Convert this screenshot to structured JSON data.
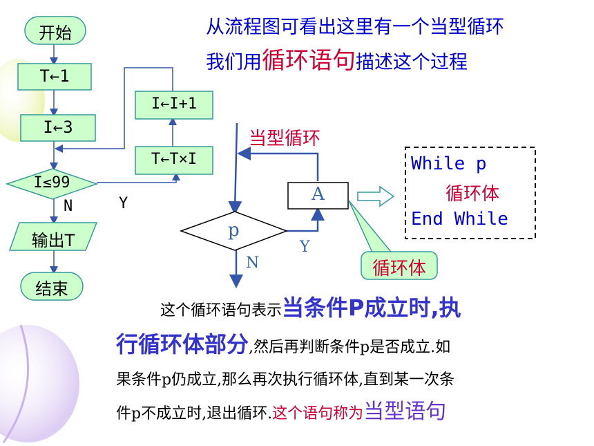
{
  "heading": {
    "line1": "从流程图可看出这里有一个当型循环",
    "line2_a": "我们用",
    "line2_highlight": "循环语句",
    "line2_b": "描述这个过程"
  },
  "flowchart": {
    "start": "开始",
    "t_init": "T←1",
    "i_init": "I←3",
    "condition": "I≤99",
    "no_label": "N",
    "yes_label": "Y",
    "output": "输出T",
    "end": "结束",
    "multiply": "T←T×I",
    "increment": "I←I+1"
  },
  "loop_diagram": {
    "title": "当型循环",
    "condition": "p",
    "body": "A",
    "yes_label": "Y",
    "no_label": "N",
    "callout": "循环体"
  },
  "code": {
    "line1": "While  p",
    "line2": "循环体",
    "line3": "End While"
  },
  "paragraph": {
    "p1": "这个循环语句表示",
    "p1_big": "当条件P成立时,执",
    "p2_big": "行循环体部分",
    "p2": ",然后再判断条件p是否成立.如",
    "p3": "果条件p仍成立,那么再次执行循环体,直到某一次条",
    "p4": "件p不成立时,退出循环.",
    "p4_red": "这个语句称为",
    "p4_purple": "当型语句"
  },
  "colors": {
    "box_fill": "#ccffcc",
    "box_border": "#339999",
    "arrow": "#3355aa",
    "callout_fill": "#ccffcc",
    "heading_blue": "#0000cc",
    "highlight_red": "#cc0033"
  }
}
